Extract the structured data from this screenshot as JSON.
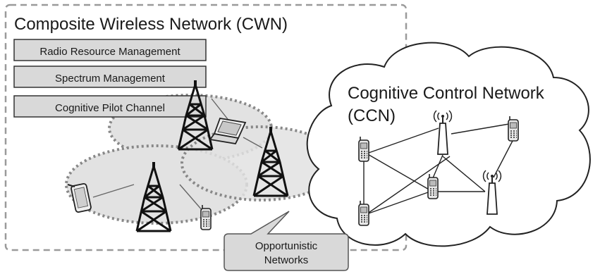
{
  "cwn": {
    "title": "Composite Wireless Network (CWN)",
    "boxes": [
      "Radio Resource Management",
      "Spectrum Management",
      "Cognitive Pilot Channel"
    ]
  },
  "ccn": {
    "title_line1": "Cognitive Control Network",
    "title_line2": "(CCN)"
  },
  "callout": {
    "line1": "Opportunistic",
    "line2": "Networks"
  },
  "colors": {
    "box_fill": "#d9d9d9",
    "ellipse_fill": "#e2e2e2",
    "cloud_fill": "#ffffff",
    "callout_fill": "#d9d9d9",
    "stroke": "#222222",
    "dashed_border": "#9a9a9a"
  },
  "icons": [
    "cell-tower-icon",
    "mobile-phone-icon",
    "laptop-icon",
    "tablet-icon",
    "antenna-icon"
  ]
}
